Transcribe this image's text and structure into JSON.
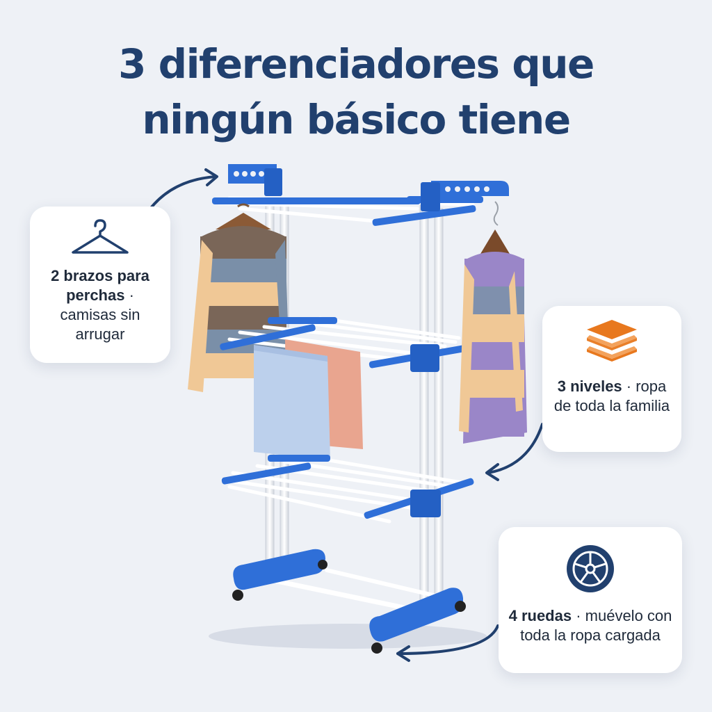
{
  "title": {
    "line1": "3 diferenciadores que",
    "line2": "ningún básico tiene"
  },
  "features": [
    {
      "icon": "hanger-icon",
      "bold": "2 brazos para perchas",
      "rest": " · camisas sin arrugar"
    },
    {
      "icon": "layers-icon",
      "bold": "3 niveles",
      "rest": " · ropa de toda la familia"
    },
    {
      "icon": "wheel-icon",
      "bold": "4 ruedas",
      "rest": " · muévelo con toda la ropa cargada"
    }
  ],
  "colors": {
    "title": "#21406e",
    "rack_blue": "#2f6fd8",
    "accent_orange": "#e8781e",
    "background": "#eef1f6"
  }
}
